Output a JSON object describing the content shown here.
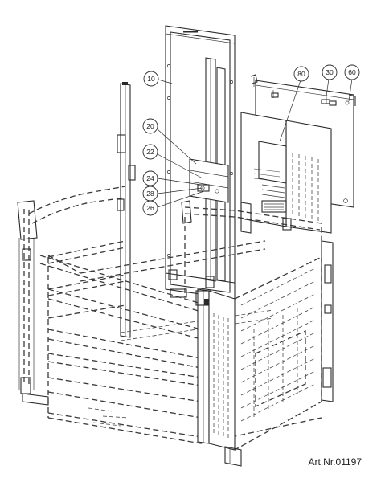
{
  "balloons": [
    {
      "label": "10"
    },
    {
      "label": "20"
    },
    {
      "label": "22"
    },
    {
      "label": "24"
    },
    {
      "label": "28"
    },
    {
      "label": "26"
    },
    {
      "label": "80"
    },
    {
      "label": "30"
    },
    {
      "label": "60"
    }
  ],
  "article_number": "Art.Nr.01197"
}
